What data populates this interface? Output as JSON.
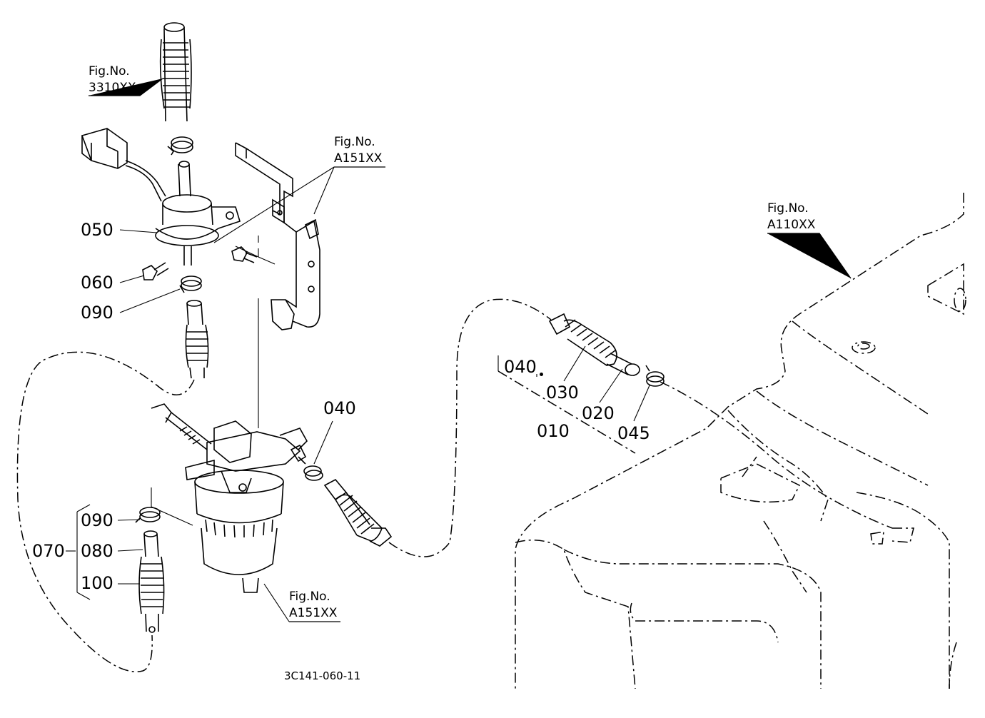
{
  "figure_refs": [
    {
      "id": "ref_3310",
      "label": "Fig.No.",
      "code": "3310XX"
    },
    {
      "id": "ref_a151_top",
      "label": "Fig.No.",
      "code": "A151XX"
    },
    {
      "id": "ref_a110",
      "label": "Fig.No.",
      "code": "A110XX"
    },
    {
      "id": "ref_a151_bottom",
      "label": "Fig.No.",
      "code": "A151XX"
    }
  ],
  "parts": {
    "p050": "050",
    "p060": "060",
    "p090_top": "090",
    "p040_mid": "040",
    "p090_bottom": "090",
    "p070": "070",
    "p080": "080",
    "p100": "100",
    "p040_right": "040",
    "p030": "030",
    "p020": "020",
    "p010": "010",
    "p045": "045"
  },
  "drawing_code": "3C141-060-11"
}
